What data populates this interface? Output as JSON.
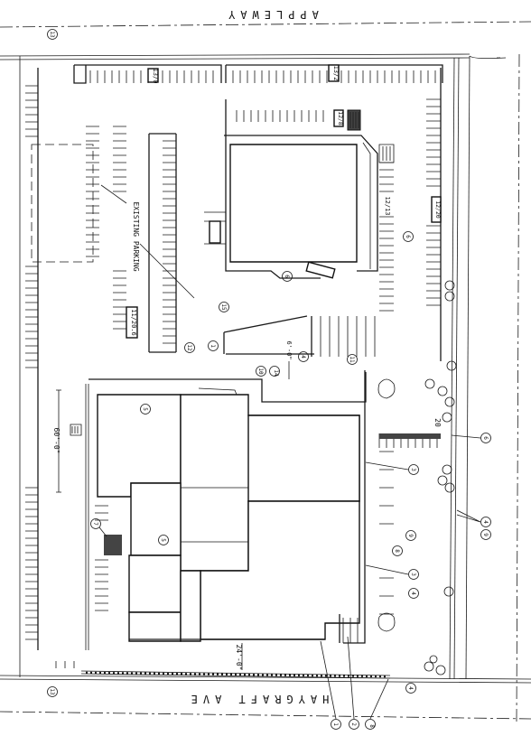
{
  "streets": {
    "north": "APPLEWAY",
    "south": "HAYGRAFT AVE"
  },
  "labels": {
    "existing_parking": "EXISTING PARKING",
    "stall_count_left": "11/20.6",
    "stall_count_top_a": "13/0",
    "stall_count_top_b": "12/8",
    "stall_count_top_c": "13/2",
    "stall_count_right_a": "12/13",
    "stall_count_right_b": "12/20",
    "dim_west": "60'-0\"",
    "dim_south": "24'-0\"",
    "dim_center": "6'-0\"",
    "count_20": "20"
  },
  "keynotes": {
    "k1": "1",
    "k2": "2",
    "k3": "3",
    "k4": "4",
    "k5": "5",
    "k6": "6",
    "k7": "7",
    "k8": "8",
    "k9": "9",
    "k10": "10",
    "k11": "11",
    "k12": "12",
    "k13": "13",
    "k14": "14",
    "k15": "15"
  },
  "colors": {
    "ink": "#1a1a1a",
    "paper": "#ffffff"
  }
}
